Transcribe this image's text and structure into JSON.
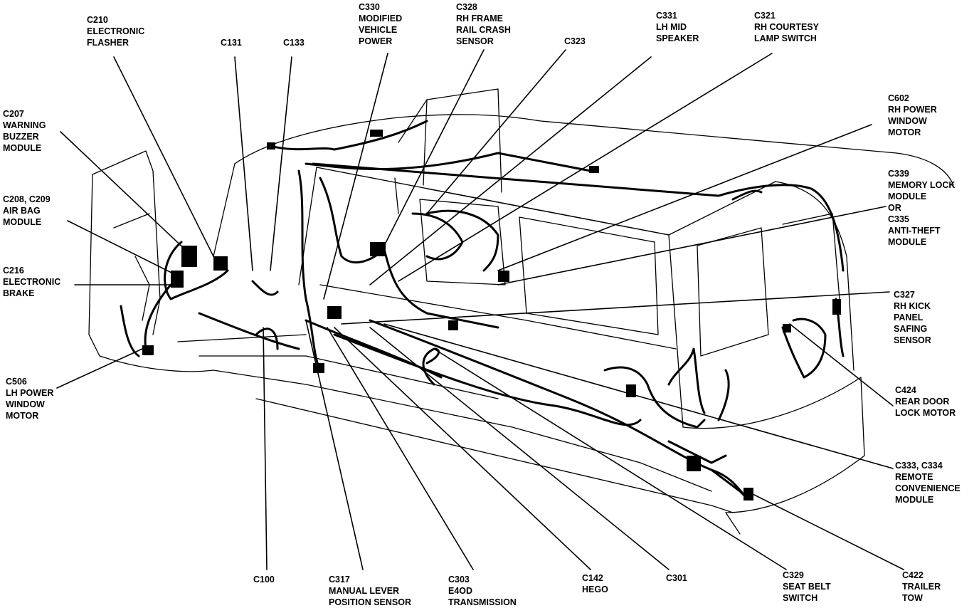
{
  "labels": {
    "c210": "C210\nELECTRONIC\nFLASHER",
    "c131": "C131",
    "c133": "C133",
    "c330": "C330\nMODIFIED\nVEHICLE\nPOWER",
    "c328": "C328\nRH FRAME\nRAIL CRASH\nSENSOR",
    "c323": "C323",
    "c331": "C331\nLH MID\nSPEAKER",
    "c321": "C321\nRH COURTESY\nLAMP SWITCH",
    "c207": "C207\nWARNING\nBUZZER\nMODULE",
    "c602": "C602\nRH POWER\nWINDOW\nMOTOR",
    "c208": "C208, C209\nAIR BAG\nMODULE",
    "c339": "C339\nMEMORY LOCK\nMODULE\nOR\nC335\nANTI-THEFT\nMODULE",
    "c216": "C216\nELECTRONIC\nBRAKE",
    "c327": "C327\nRH KICK\nPANEL\nSAFING\nSENSOR",
    "c506": "C506\nLH POWER\nWINDOW\nMOTOR",
    "c424": "C424\nREAR DOOR\nLOCK MOTOR",
    "c333": "C333, C334\nREMOTE\nCONVENIENCE\nMODULE",
    "c100": "C100",
    "c317": "C317\nMANUAL LEVER\nPOSITION SENSOR",
    "c303": "C303\nE4OD\nTRANSMISSION",
    "c142": "C142\nHEGO",
    "c301": "C301",
    "c329": "C329\nSEAT BELT\nSWITCH",
    "c422": "C422\nTRAILER\nTOW"
  }
}
